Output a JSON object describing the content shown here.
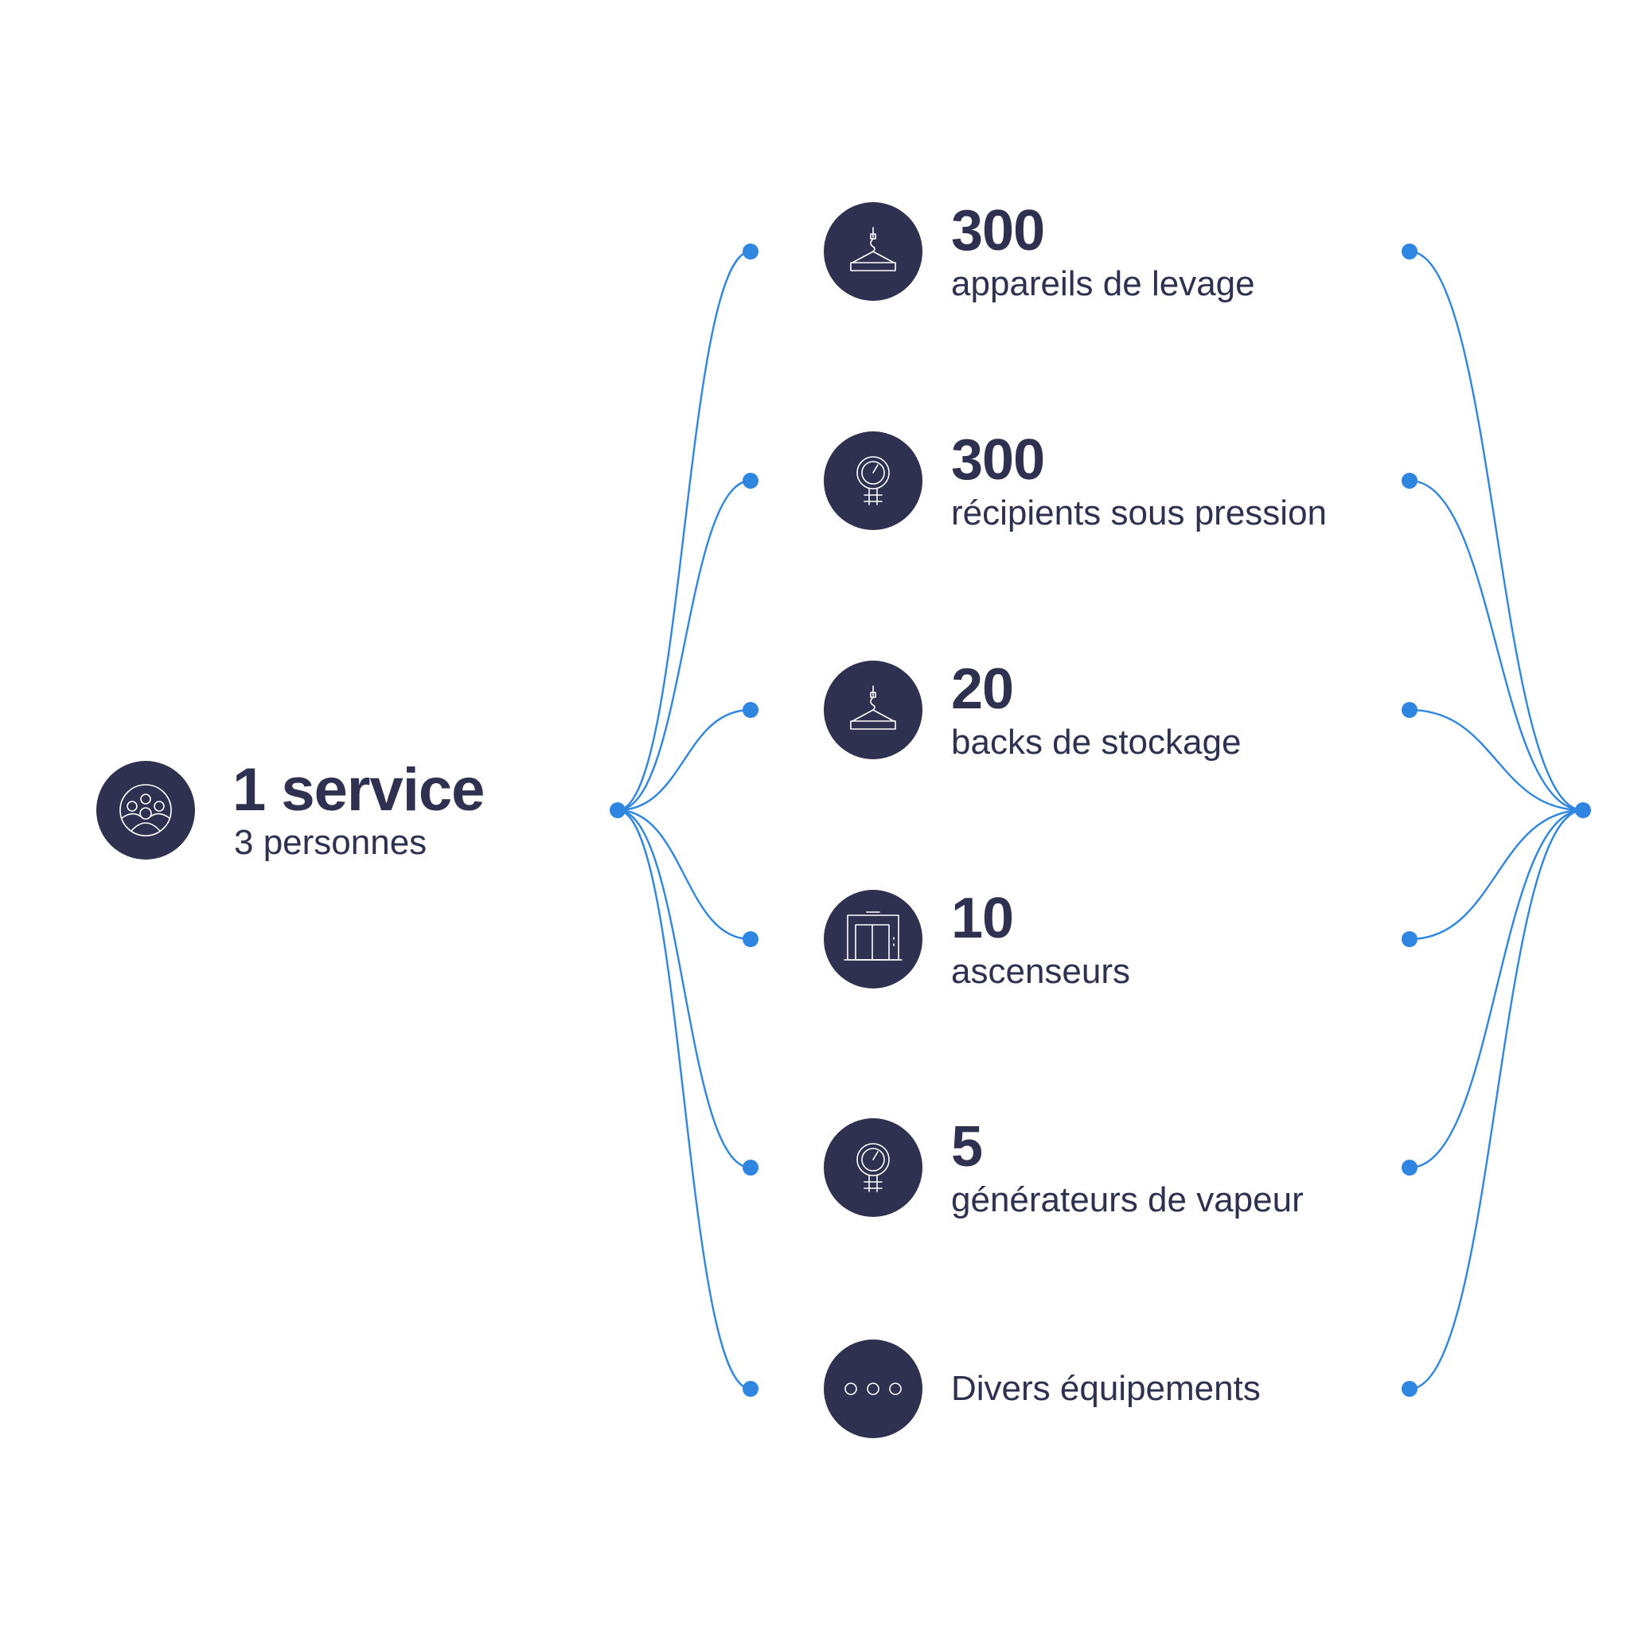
{
  "hub": {
    "count": "1 service",
    "subtitle": "3 personnes",
    "icon": "people-group-icon"
  },
  "items": [
    {
      "count": "300",
      "label": "appareils de levage",
      "icon": "crane-hook-icon"
    },
    {
      "count": "300",
      "label": "récipients sous pression",
      "icon": "pressure-gauge-icon"
    },
    {
      "count": "20",
      "label": "backs de stockage",
      "icon": "crane-hook-icon"
    },
    {
      "count": "10",
      "label": "ascenseurs",
      "icon": "elevator-icon"
    },
    {
      "count": "5",
      "label": "générateurs de vapeur",
      "icon": "pressure-gauge-icon"
    },
    {
      "count": "",
      "label": "Divers équipements",
      "icon": "more-dots-icon"
    }
  ],
  "colors": {
    "icon_fill": "#2e3250",
    "text": "#2e3250",
    "connector": "#2f86e0",
    "background": "#ffffff"
  }
}
